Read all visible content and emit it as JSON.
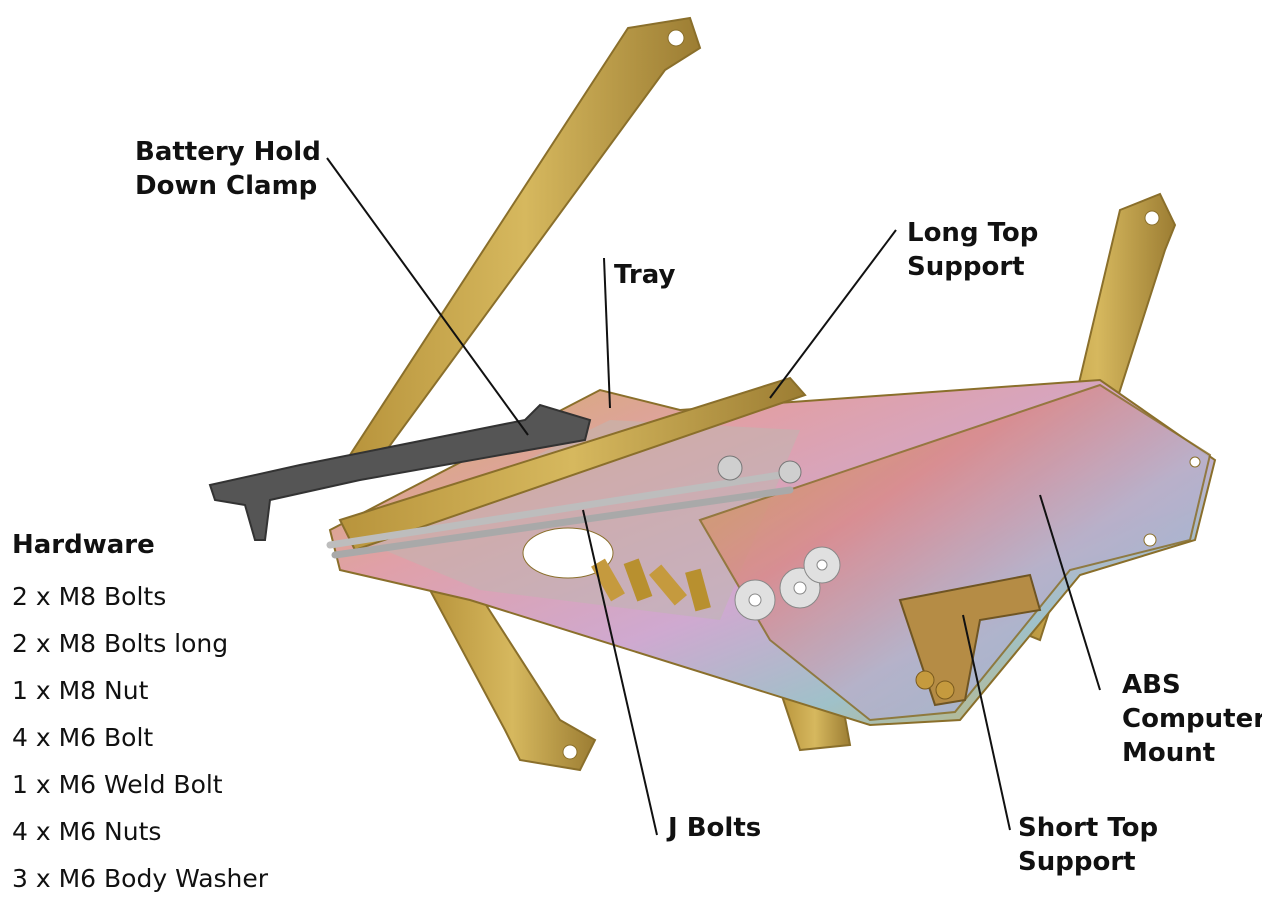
{
  "labels": {
    "battery_clamp": "Battery Hold\nDown Clamp",
    "tray": "Tray",
    "long_top_support": "Long Top\nSupport",
    "abs_mount": "ABS\nComputer\nMount",
    "j_bolts": "J Bolts",
    "short_top_support": "Short Top\nSupport"
  },
  "hardware": {
    "title": "Hardware",
    "items": [
      "2 x M8 Bolts",
      "2 x M8 Bolts long",
      "1 x M8 Nut",
      "4 x M6 Bolt",
      "1 x M6 Weld Bolt",
      "4 x M6 Nuts",
      "3 x M6 Body Washer"
    ]
  },
  "colors": {
    "zinc_gold": "#c9a94a",
    "zinc_pink": "#d98a8a",
    "zinc_blue": "#a3b5d6",
    "steel_dark": "#4a4a4a",
    "leader_line": "#111111"
  }
}
